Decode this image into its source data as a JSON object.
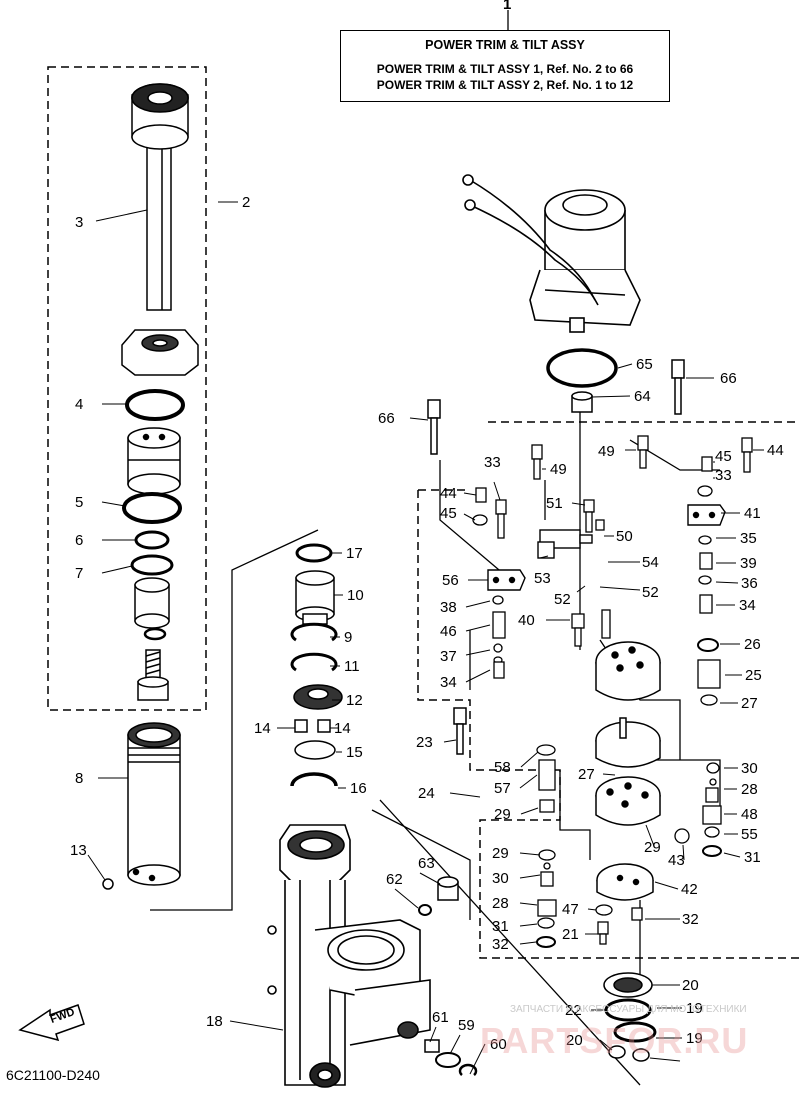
{
  "assembly": {
    "ref_number": "1",
    "title": "POWER TRIM &  TILT ASSY",
    "line1": "POWER TRIM & TILT ASSY 1,  Ref. No. 2 to 66",
    "line2": "POWER TRIM & TILT ASSY 2,  Ref. No. 1 to 12"
  },
  "diagram_code": "6C21100-D240",
  "direction_label": "FWD",
  "watermark": {
    "caption": "ЗАПЧАСТИ И АКСЕССУАРЫ ДЛЯ МОТОТЕХНИКИ",
    "site": "PARTSFOR.RU"
  },
  "callouts": [
    "2",
    "3",
    "4",
    "5",
    "6",
    "7",
    "8",
    "13",
    "17",
    "10",
    "9",
    "11",
    "12",
    "14",
    "14",
    "15",
    "16",
    "18",
    "63",
    "62",
    "61",
    "59",
    "60",
    "65",
    "66",
    "64",
    "66",
    "49",
    "33",
    "44",
    "45",
    "33",
    "49",
    "44",
    "45",
    "41",
    "51",
    "50",
    "54",
    "53",
    "56",
    "52",
    "52",
    "35",
    "39",
    "36",
    "34",
    "38",
    "40",
    "46",
    "37",
    "34",
    "26",
    "25",
    "27",
    "23",
    "58",
    "57",
    "24",
    "29",
    "27",
    "29",
    "30",
    "28",
    "31",
    "32",
    "29",
    "43",
    "42",
    "30",
    "28",
    "48",
    "55",
    "31",
    "47",
    "32",
    "21",
    "20",
    "22",
    "19",
    "20",
    "19"
  ]
}
